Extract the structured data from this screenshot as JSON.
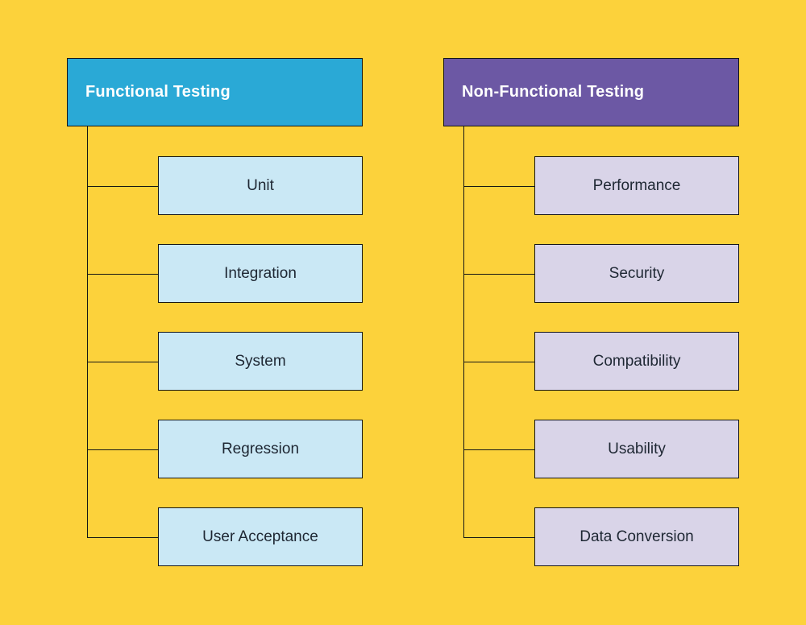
{
  "diagram": {
    "background_color": "#FCD23B",
    "line_color": "#151515",
    "trees": [
      {
        "title": "Functional Testing",
        "header_color": "#2AA9D6",
        "header_text_color": "#FFFFFF",
        "child_color": "#CAE8F5",
        "child_text_color": "#1E2733",
        "children": [
          "Unit",
          "Integration",
          "System",
          "Regression",
          "User Acceptance"
        ]
      },
      {
        "title": "Non-Functional Testing",
        "header_color": "#6C58A4",
        "header_text_color": "#FFFFFF",
        "child_color": "#D9D4E8",
        "child_text_color": "#1E2733",
        "children": [
          "Performance",
          "Security",
          "Compatibility",
          "Usability",
          "Data Conversion"
        ]
      }
    ]
  }
}
